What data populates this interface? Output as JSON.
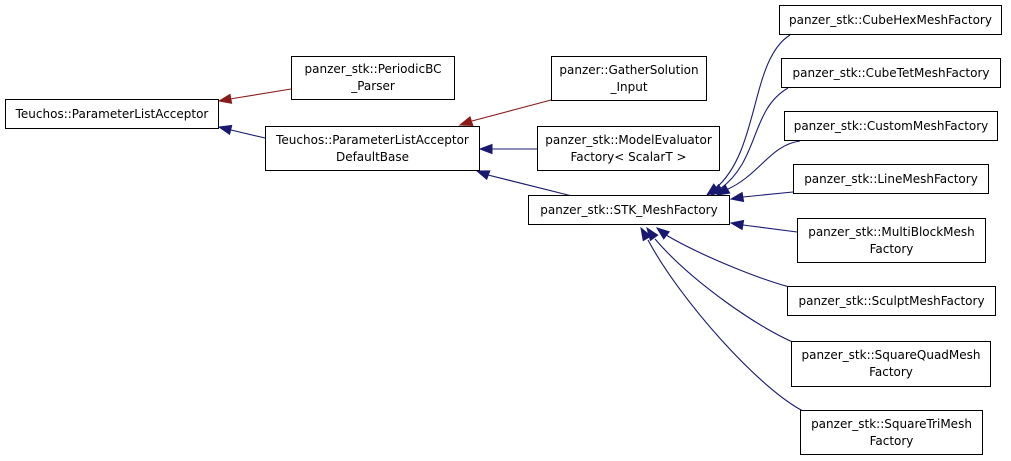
{
  "colors": {
    "public_inheritance": "#191970",
    "protected_inheritance": "#8b1a1a",
    "node_border": "#000000",
    "node_fill": "#ffffff"
  },
  "nodes": {
    "teuchos_pla": {
      "lines": [
        "Teuchos::ParameterListAcceptor"
      ]
    },
    "periodic_bc_parser": {
      "lines": [
        "panzer_stk::PeriodicBC",
        "_Parser"
      ]
    },
    "pla_default_base": {
      "lines": [
        "Teuchos::ParameterListAcceptor",
        "DefaultBase"
      ]
    },
    "gather_solution_input": {
      "lines": [
        "panzer::GatherSolution",
        "_Input"
      ]
    },
    "model_evaluator_factory": {
      "lines": [
        "panzer_stk::ModelEvaluator",
        "Factory< ScalarT >"
      ]
    },
    "stk_mesh_factory": {
      "lines": [
        "panzer_stk::STK_MeshFactory"
      ]
    },
    "cube_hex": {
      "lines": [
        "panzer_stk::CubeHexMeshFactory"
      ]
    },
    "cube_tet": {
      "lines": [
        "panzer_stk::CubeTetMeshFactory"
      ]
    },
    "custom": {
      "lines": [
        "panzer_stk::CustomMeshFactory"
      ]
    },
    "line": {
      "lines": [
        "panzer_stk::LineMeshFactory"
      ]
    },
    "multi_block": {
      "lines": [
        "panzer_stk::MultiBlockMesh",
        "Factory"
      ]
    },
    "sculpt": {
      "lines": [
        "panzer_stk::SculptMeshFactory"
      ]
    },
    "square_quad": {
      "lines": [
        "panzer_stk::SquareQuadMesh",
        "Factory"
      ]
    },
    "square_tri": {
      "lines": [
        "panzer_stk::SquareTriMesh",
        "Factory"
      ]
    }
  },
  "edges": [
    {
      "from": "periodic_bc_parser",
      "to": "teuchos_pla",
      "kind": "protected"
    },
    {
      "from": "pla_default_base",
      "to": "teuchos_pla",
      "kind": "public"
    },
    {
      "from": "gather_solution_input",
      "to": "pla_default_base",
      "kind": "protected"
    },
    {
      "from": "model_evaluator_factory",
      "to": "pla_default_base",
      "kind": "public"
    },
    {
      "from": "stk_mesh_factory",
      "to": "pla_default_base",
      "kind": "public"
    },
    {
      "from": "cube_hex",
      "to": "stk_mesh_factory",
      "kind": "public"
    },
    {
      "from": "cube_tet",
      "to": "stk_mesh_factory",
      "kind": "public"
    },
    {
      "from": "custom",
      "to": "stk_mesh_factory",
      "kind": "public"
    },
    {
      "from": "line",
      "to": "stk_mesh_factory",
      "kind": "public"
    },
    {
      "from": "multi_block",
      "to": "stk_mesh_factory",
      "kind": "public"
    },
    {
      "from": "sculpt",
      "to": "stk_mesh_factory",
      "kind": "public"
    },
    {
      "from": "square_quad",
      "to": "stk_mesh_factory",
      "kind": "public"
    },
    {
      "from": "square_tri",
      "to": "stk_mesh_factory",
      "kind": "public"
    }
  ]
}
